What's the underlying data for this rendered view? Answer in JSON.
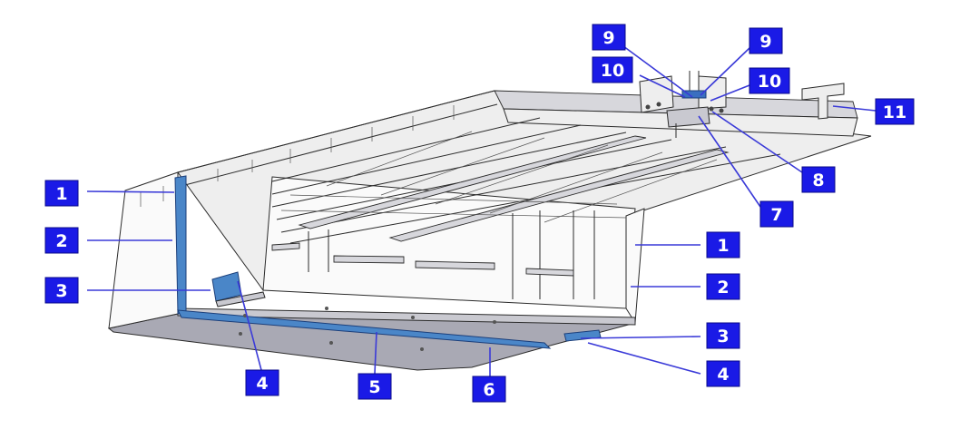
{
  "callouts": [
    {
      "id": "c1-left",
      "text": "1"
    },
    {
      "id": "c2-left",
      "text": "2"
    },
    {
      "id": "c3-left",
      "text": "3"
    },
    {
      "id": "c4-bottom",
      "text": "4"
    },
    {
      "id": "c5-bottom",
      "text": "5"
    },
    {
      "id": "c6-bottom",
      "text": "6"
    },
    {
      "id": "c1-right",
      "text": "1"
    },
    {
      "id": "c2-right",
      "text": "2"
    },
    {
      "id": "c3-right",
      "text": "3"
    },
    {
      "id": "c4-right",
      "text": "4"
    },
    {
      "id": "c7",
      "text": "7"
    },
    {
      "id": "c8",
      "text": "8"
    },
    {
      "id": "c9-left",
      "text": "9"
    },
    {
      "id": "c9-right",
      "text": "9"
    },
    {
      "id": "c10-left",
      "text": "10"
    },
    {
      "id": "c10-right",
      "text": "10"
    },
    {
      "id": "c11",
      "text": "11"
    }
  ],
  "colors": {
    "callout_fill": "#1a1ae6",
    "leader": "#3a3ad8",
    "highlight": "#4a86c8"
  }
}
